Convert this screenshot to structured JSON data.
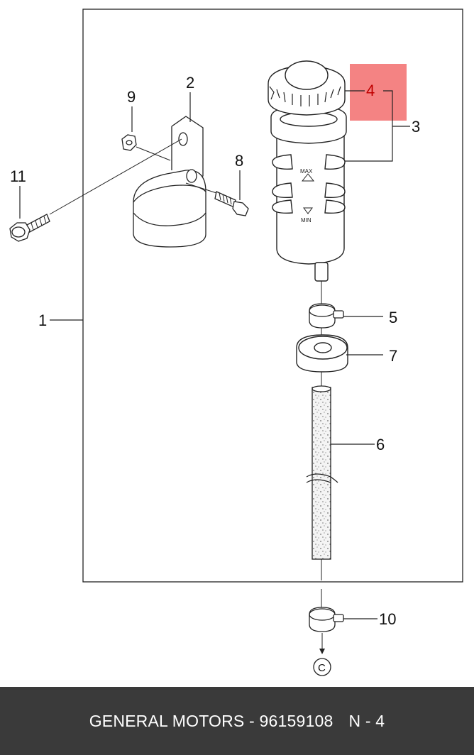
{
  "diagram": {
    "callouts": {
      "c1": "1",
      "c2": "2",
      "c3": "3",
      "c4": "4",
      "c5": "5",
      "c6": "6",
      "c7": "7",
      "c8": "8",
      "c9": "9",
      "c10": "10",
      "c11": "11"
    },
    "level_marks": {
      "max": "MAX",
      "min": "MIN"
    },
    "connector_label": "C",
    "highlight_color": "#f26d6d",
    "highlight_text_color": "#c00000"
  },
  "footer": {
    "brand_part": "GENERAL MOTORS - 96159108",
    "page_ref": "N - 4"
  }
}
